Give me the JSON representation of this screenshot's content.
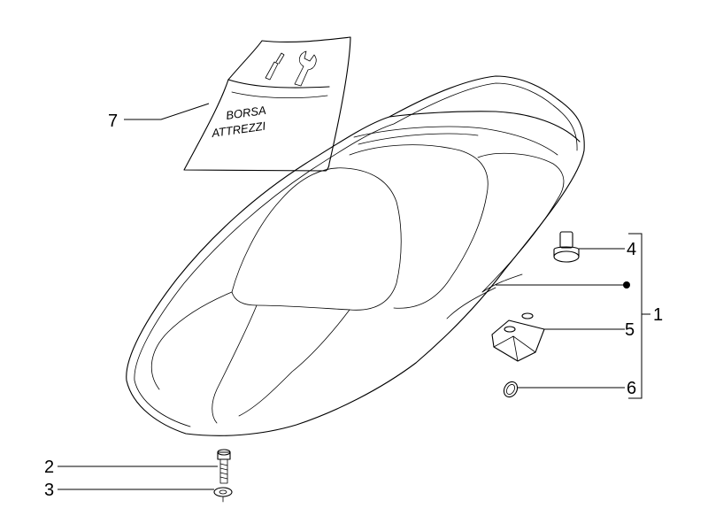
{
  "diagram": {
    "callouts": [
      {
        "id": "1",
        "label": "1"
      },
      {
        "id": "2",
        "label": "2"
      },
      {
        "id": "3",
        "label": "3"
      },
      {
        "id": "4",
        "label": "4"
      },
      {
        "id": "5",
        "label": "5"
      },
      {
        "id": "6",
        "label": "6"
      },
      {
        "id": "7",
        "label": "7"
      }
    ],
    "tool_bag": {
      "line1": "BORSA",
      "line2": "ATTREZZI"
    }
  }
}
